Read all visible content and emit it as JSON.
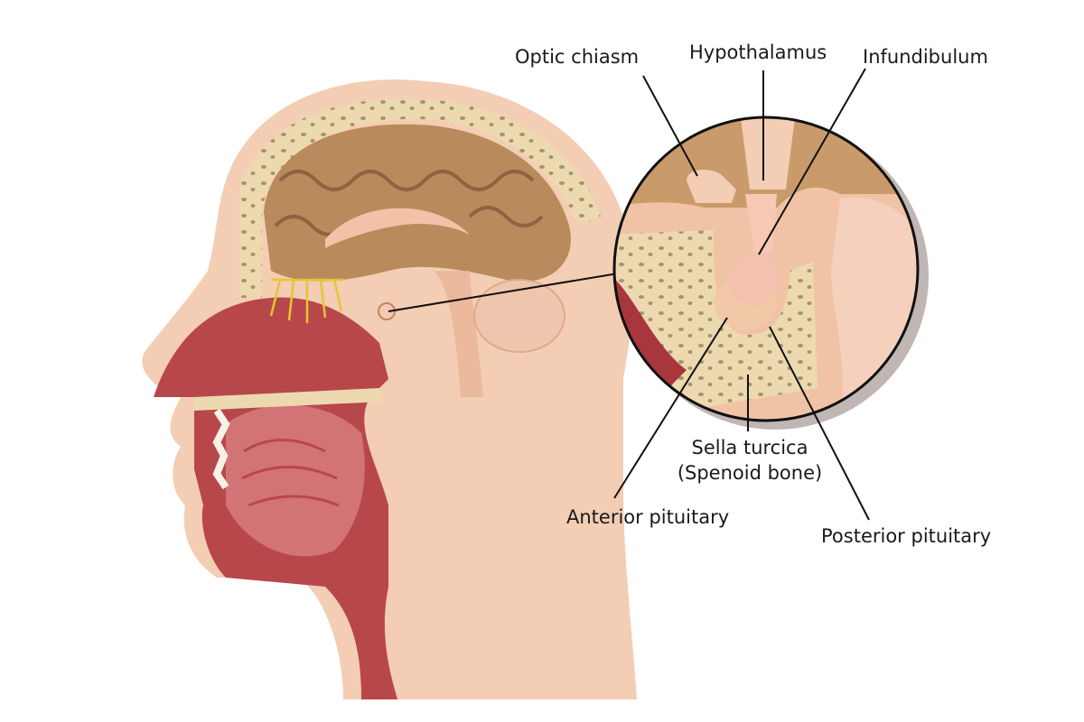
{
  "labels": {
    "optic_chiasm": "Optic chiasm",
    "hypothalamus": "Hypothalamus",
    "infundibulum": "Infundibulum",
    "sella_turcica": "Sella turcica",
    "sphenoid_bone": "(Spenoid bone)",
    "anterior_pituitary": "Anterior pituitary",
    "posterior_pituitary": "Posterior pituitary"
  },
  "colors": {
    "skin": "#f3cdb4",
    "skin_dark": "#e8b597",
    "bone": "#ecd9b0",
    "brain": "#b98a5c",
    "brain_light": "#d9b48a",
    "muscle": "#b8474b",
    "muscle_dark": "#8e2e33",
    "pituitary": "#f5c9b4"
  }
}
